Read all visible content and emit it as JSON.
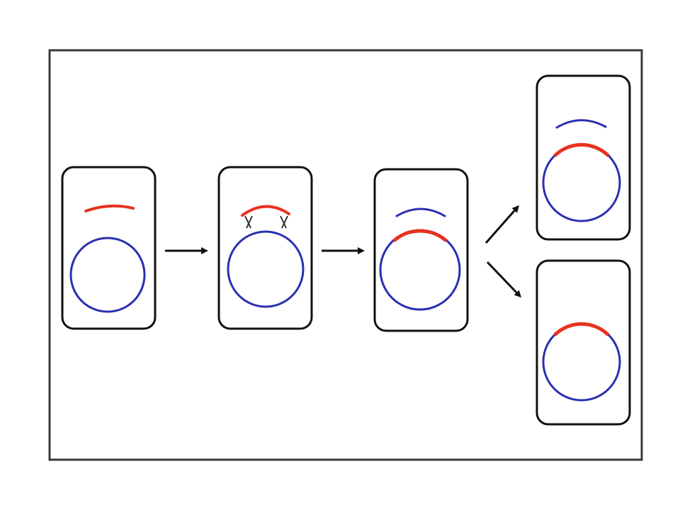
{
  "colors": {
    "background": "#ffffff",
    "frame": "#3a3a3a",
    "cell_border": "#111111",
    "chromosome": "#2a2fb0",
    "donor_dna": "#e8321e",
    "arrow": "#111111"
  },
  "steps": [
    {
      "stage": "donor-fragment-enters",
      "donor_dna": true,
      "integrated": false
    },
    {
      "stage": "crossover-pairing",
      "donor_dna": true,
      "integrated": false
    },
    {
      "stage": "fragment-integrated",
      "donor_dna": true,
      "integrated": true
    },
    {
      "stage": "outcome-with-excised-fragment",
      "donor_dna": false,
      "integrated": true
    },
    {
      "stage": "outcome-recombinant",
      "donor_dna": false,
      "integrated": true
    }
  ],
  "icons": [
    "right-arrow-icon",
    "up-right-arrow-icon",
    "down-right-arrow-icon"
  ]
}
